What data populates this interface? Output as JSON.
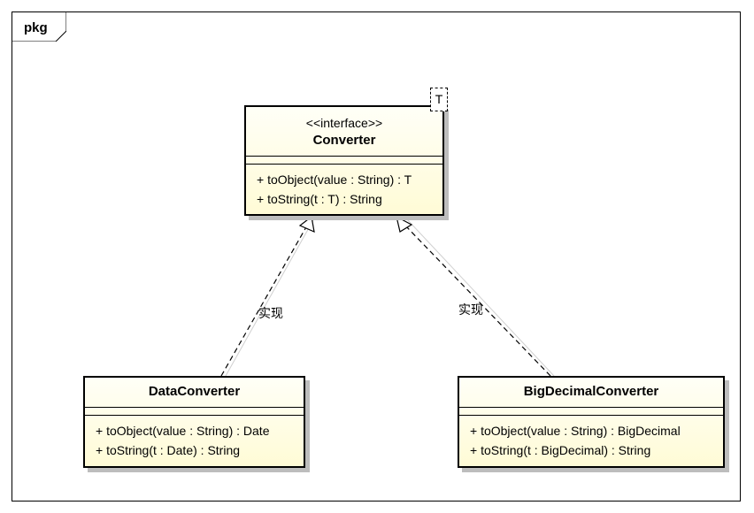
{
  "package": {
    "label": "pkg"
  },
  "interface": {
    "stereotype": "<<interface>>",
    "name": "Converter",
    "type_param": "T",
    "ops": [
      "+ toObject(value : String) : T",
      "+ toString(t : T) : String"
    ]
  },
  "data_converter": {
    "name": "DataConverter",
    "ops": [
      "+ toObject(value : String) : Date",
      "+ toString(t : Date) : String"
    ]
  },
  "bigdecimal_converter": {
    "name": "BigDecimalConverter",
    "ops": [
      "+ toObject(value : String) : BigDecimal",
      "+ toString(t : BigDecimal) : String"
    ]
  },
  "relations": {
    "left_label": "实现",
    "right_label": "实现"
  }
}
